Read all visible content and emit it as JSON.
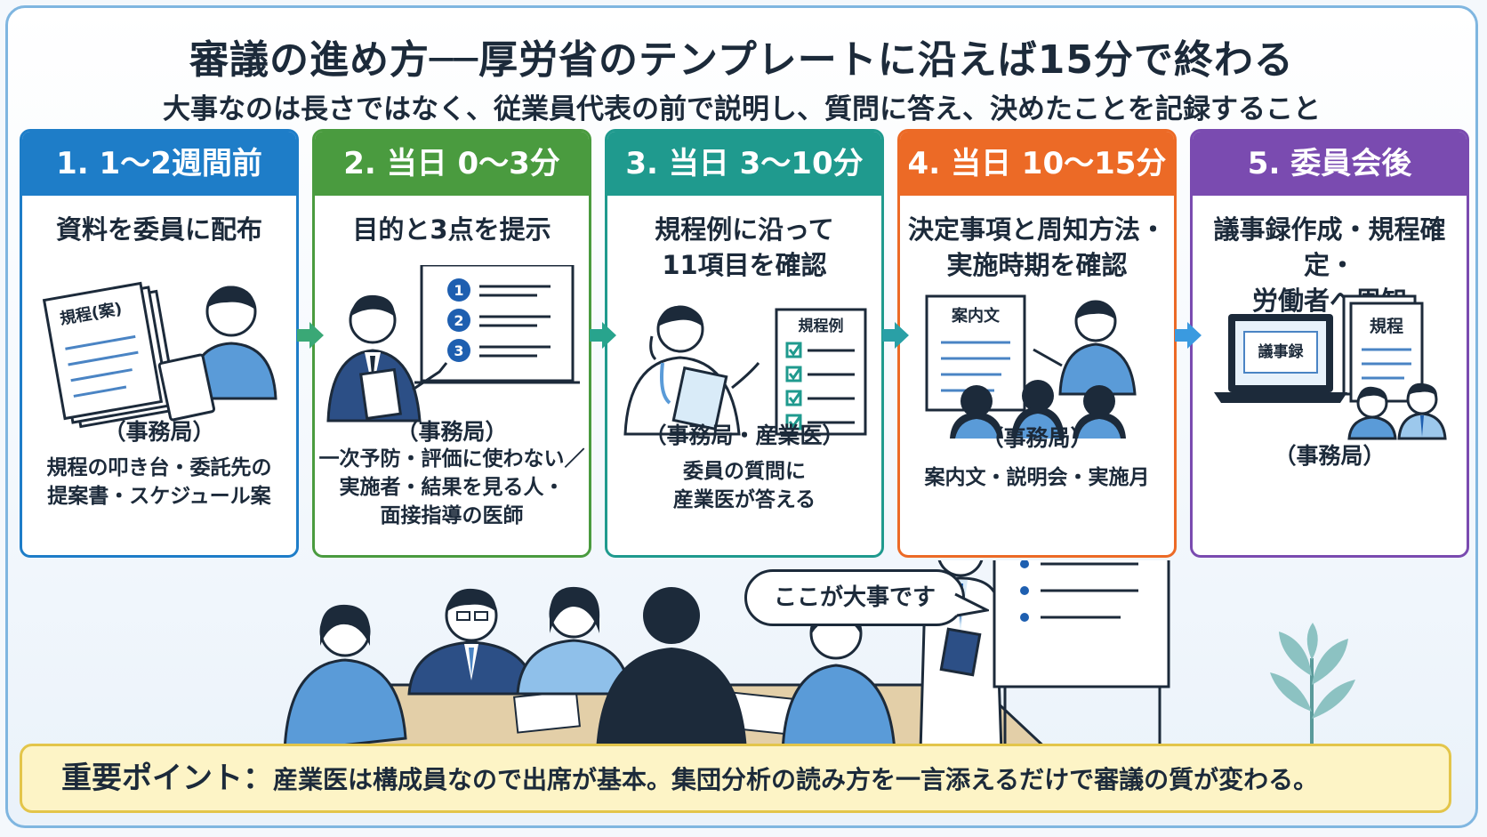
{
  "title": "審議の進め方──厚労省のテンプレートに沿えば15分で終わる",
  "subtitle": "大事なのは長さではなく、従業員代表の前で説明し、質問に答え、決めたことを記録すること",
  "colors": {
    "step1": "#1e7dc8",
    "step2": "#4a9b3f",
    "step3": "#1f9a8e",
    "step4": "#ec6a26",
    "step5": "#7a4bb0",
    "ink": "#1c2a3a",
    "point_bg": "#fdf4c6"
  },
  "steps": [
    {
      "header": "1. 1〜2週間前",
      "action": [
        "資料を委員に配布"
      ],
      "doc_label": "規程(案)",
      "role": "（事務局）",
      "detail": [
        "規程の叩き台・委託先の",
        "提案書・スケジュール案"
      ]
    },
    {
      "header": "2. 当日 0〜3分",
      "action": [
        "目的と3点を提示"
      ],
      "list_numbers": [
        "1",
        "2",
        "3"
      ],
      "role": "（事務局）",
      "detail": [
        "一次予防・評価に使わない／",
        "実施者・結果を見る人・",
        "面接指導の医師"
      ]
    },
    {
      "header": "3. 当日 3〜10分",
      "action": [
        "規程例に沿って",
        "11項目を確認"
      ],
      "doc_label": "規程例",
      "role": "（事務局・産業医）",
      "detail": [
        "委員の質問に",
        "産業医が答える"
      ]
    },
    {
      "header": "4. 当日 10〜15分",
      "action": [
        "決定事項と周知方法・",
        "実施時期を確認"
      ],
      "doc_label": "案内文",
      "role": "（事務局）",
      "detail": [
        "案内文・説明会・実施月"
      ]
    },
    {
      "header": "5. 委員会後",
      "action": [
        "議事録作成・規程確定・",
        "労働者へ周知"
      ],
      "doc_labels": [
        "議事録",
        "規程"
      ],
      "role": "（事務局）",
      "detail": []
    }
  ],
  "bubble": "ここが大事です",
  "point": {
    "label": "重要ポイント：",
    "text": "産業医は構成員なので出席が基本。集団分析の読み方を一言添えるだけで審議の質が変わる。"
  }
}
